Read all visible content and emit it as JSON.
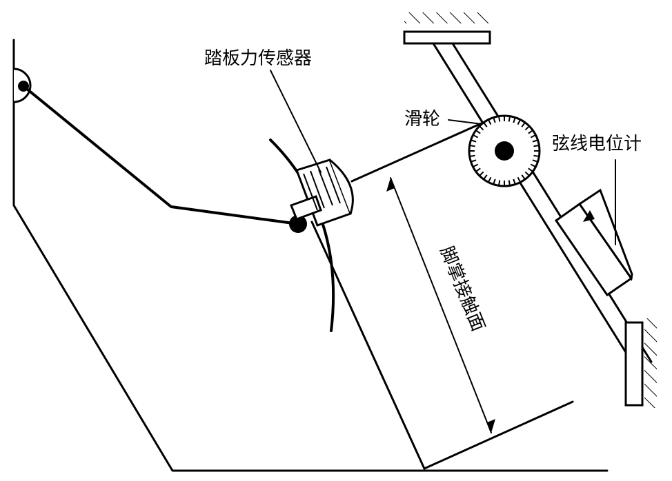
{
  "labels": {
    "pedal_force_sensor": "踏板力传感器",
    "pulley": "滑轮",
    "string_potentiometer": "弦线电位计",
    "foot_contact_surface": "脚掌接触面"
  }
}
